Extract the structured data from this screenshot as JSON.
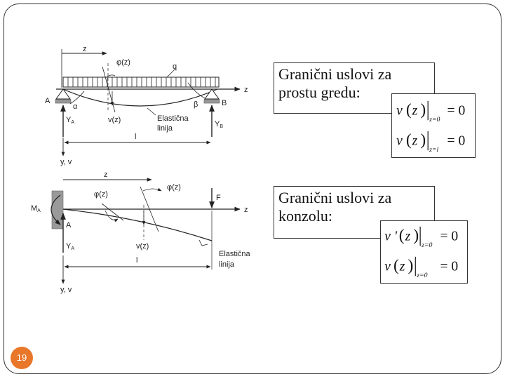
{
  "diagram1": {
    "z": "z",
    "phi": "φ(z)",
    "q": "q",
    "z_axis": "z",
    "A": "A",
    "B": "B",
    "alpha": "α",
    "beta": "β",
    "YA": "Y",
    "YA_sub": "A",
    "YB": "Y",
    "YB_sub": "B",
    "vz": "v(z)",
    "elastic_1": "Elastična",
    "elastic_2": "linija",
    "l": "l",
    "yv": "y, v"
  },
  "diagram2": {
    "z": "z",
    "phi_left": "φ(z)",
    "phi_right": "φ(z)",
    "F": "F",
    "z_axis": "z",
    "MA": "M",
    "MA_sub": "A",
    "A": "A",
    "YA": "Y",
    "YA_sub": "A",
    "vz": "v(z)",
    "elastic_1": "Elastična",
    "elastic_2": "linija",
    "l": "l",
    "yv": "y, v"
  },
  "box1": {
    "line1": "Granični uslovi za",
    "line2": "prostu gredu:"
  },
  "box2": {
    "line1": "Granični uslovi za",
    "line2": "konzolu:"
  },
  "eq1": {
    "a_func": "v",
    "a_arg": "z",
    "a_sub": "z=0",
    "a_rhs": "= 0",
    "b_func": "v",
    "b_arg": "z",
    "b_sub": "z=l",
    "b_rhs": "= 0"
  },
  "eq2": {
    "a_func": "v '",
    "a_arg": "z",
    "a_sub": "z=0",
    "a_rhs": "= 0",
    "b_func": "v",
    "b_arg": "z",
    "b_sub": "z=0",
    "b_rhs": "= 0"
  },
  "page_number": "19"
}
